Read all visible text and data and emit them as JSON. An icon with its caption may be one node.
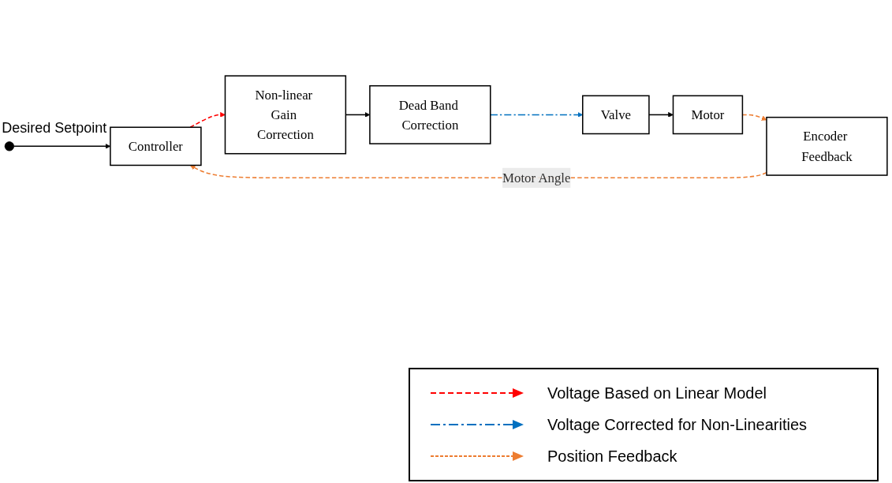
{
  "diagram": {
    "nodes": [
      {
        "text": [],
        "shape": "circle",
        "beside": [
          "Desired Setpoint"
        ]
      },
      {
        "text": [
          "Controller"
        ]
      },
      {
        "text": [
          "Non-linear Gain Correction"
        ]
      },
      {
        "text": [
          "Dead Band Correction"
        ]
      },
      {
        "text": [
          "Valve"
        ]
      },
      {
        "text": [
          "Motor"
        ]
      },
      {
        "text": [
          "Encoder Feedback"
        ]
      }
    ],
    "edges": [
      {
        "from": 0,
        "to": 1,
        "arrow": "to"
      },
      {
        "from": 1,
        "to": 2,
        "arrow": "to",
        "style": "dashed",
        "color": "#ff0000"
      },
      {
        "from": 2,
        "to": 3,
        "arrow": "to"
      },
      {
        "from": 3,
        "to": 4,
        "arrow": "to",
        "style": "dashed",
        "color": "#0070c0"
      },
      {
        "from": 4,
        "to": 5,
        "arrow": "to"
      },
      {
        "from": 5,
        "to": 6,
        "arrow": "to",
        "style": "dashed",
        "color": "#ed7d31"
      },
      {
        "from": 6,
        "to": 1,
        "arrow": "to",
        "style": "dashed",
        "color": "#ed7d31",
        "label": "Motor Angle"
      }
    ],
    "legend": [
      {
        "text": "Voltage Based on Linear Model"
      },
      {
        "text": "Voltage Corrected for Non-Linearities"
      },
      {
        "text": "Position Feedback"
      }
    ]
  }
}
